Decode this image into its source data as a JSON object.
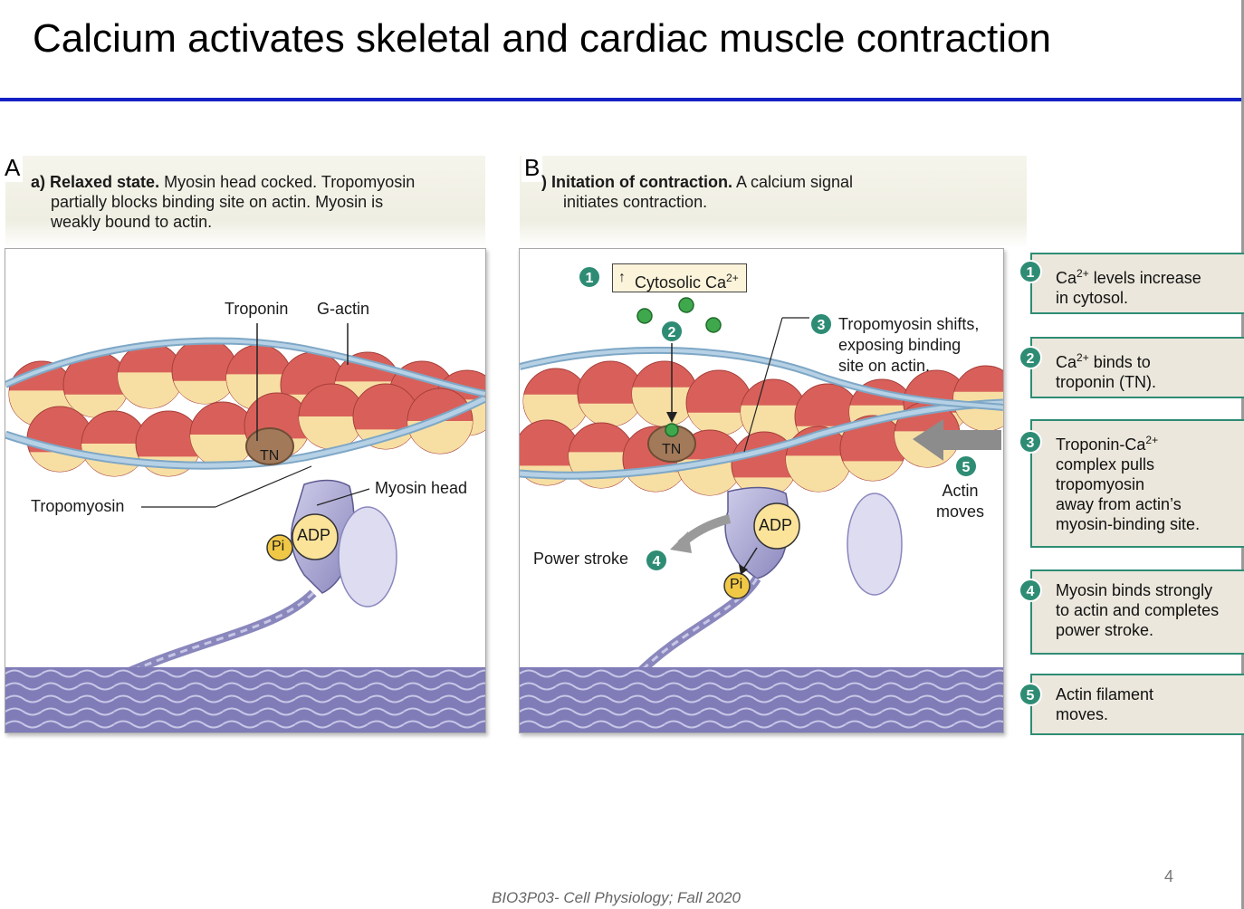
{
  "slide": {
    "title": "Calcium activates skeletal and cardiac muscle contraction",
    "footer": "BIO3P03- Cell Physiology; Fall 2020",
    "page_number": "4"
  },
  "panel_a": {
    "letter": "A",
    "caption_bold": "a) Relaxed state.",
    "caption_line1": "Myosin head cocked. Tropomyosin",
    "caption_line2": "partially blocks binding site on actin. Myosin is",
    "caption_line3": "weakly bound to actin.",
    "labels": {
      "troponin": "Troponin",
      "g_actin": "G-actin",
      "tn": "TN",
      "tropomyosin": "Tropomyosin",
      "myosin_head": "Myosin head",
      "adp": "ADP",
      "pi": "Pi"
    }
  },
  "panel_b": {
    "letter": "B",
    "caption_bold": ") Initation of contraction.",
    "caption_line1": "A calcium signal",
    "caption_line2": "initiates contraction.",
    "labels": {
      "cytosolic_ca": "Cytosolic Ca",
      "ca_sup": "2+",
      "tn": "TN",
      "tropomyosin_line1": "Tropomyosin shifts,",
      "tropomyosin_line2": "exposing binding",
      "tropomyosin_line3": "site on actin.",
      "actin_moves_line1": "Actin",
      "actin_moves_line2": "moves",
      "power_stroke": "Power stroke",
      "adp": "ADP",
      "pi": "Pi"
    },
    "badges": [
      "1",
      "2",
      "3",
      "4",
      "5"
    ]
  },
  "steps": [
    {
      "num": "1",
      "line1_pre": "Ca",
      "line1_sup": "2+",
      "line1_post": " levels increase",
      "line2": "in cytosol."
    },
    {
      "num": "2",
      "line1_pre": "Ca",
      "line1_sup": "2+",
      "line1_post": " binds to",
      "line2": "troponin (TN)."
    },
    {
      "num": "3",
      "line1_pre": "Troponin-Ca",
      "line1_sup": "2+",
      "line1_post": "",
      "line2": "complex pulls",
      "line3": "tropomyosin",
      "line4": "away from actin’s",
      "line5": "myosin-binding site."
    },
    {
      "num": "4",
      "line1_pre": "Myosin binds strongly",
      "line2": "to actin and completes",
      "line3": "power stroke."
    },
    {
      "num": "5",
      "line1_pre": "Actin filament",
      "line2": "moves."
    }
  ],
  "colors": {
    "accent_rule": "#1320c4",
    "step_green": "#2e8c74",
    "actin_red": "#d9605a",
    "actin_cream": "#f7dfa4",
    "tropomyosin": "#a9c7de",
    "myosin": "#9f9cc9",
    "calcium": "#3fa84c"
  }
}
